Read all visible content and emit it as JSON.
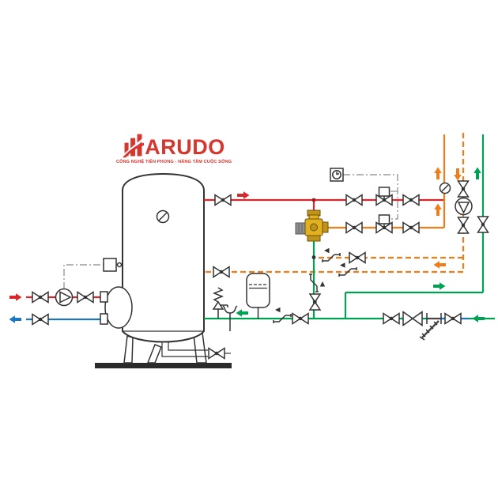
{
  "logo": {
    "brand": "HARUDO",
    "brand_text": "ARUDO",
    "tagline": "CÔNG NGHỆ TIÊN PHONG - NÂNG TẦM CUỘC SỐNG"
  },
  "colors": {
    "red": "#d8272d",
    "blue": "#1c76bc",
    "orange": "#ef7d1a",
    "green": "#00a152",
    "gray": "#9b9b9b",
    "brass": "#e2b11f",
    "brass_dark": "#c0931a",
    "knob_gray": "#8f8f8f",
    "logo_red": "#d6362e",
    "ground": "#2b2b2b"
  },
  "symbols": {
    "storage-tank-icon": "vertical cylinder with domed ends",
    "gate-valve-icon": "bowtie with center dot",
    "motorized-valve-icon": "bowtie with square actuator",
    "check-valve-icon": "stepped line with flow arrow",
    "circulation-pump-icon": "circle with triangle",
    "thermometer-icon": "circle with diagonal needle",
    "timer-controller-icon": "square with clock",
    "thermostatic-mixing-valve-icon": "brass 3-way valve with gray knob",
    "expansion-vessel-icon": "rounded vessel with membrane line",
    "safety-valve-icon": "spring valve with discharge funnel",
    "y-strainer-icon": "diagonal hatched screen",
    "temperature-sensor-icon": "small square probe on tank",
    "flow-arrow-icon": "solid directional arrow"
  }
}
